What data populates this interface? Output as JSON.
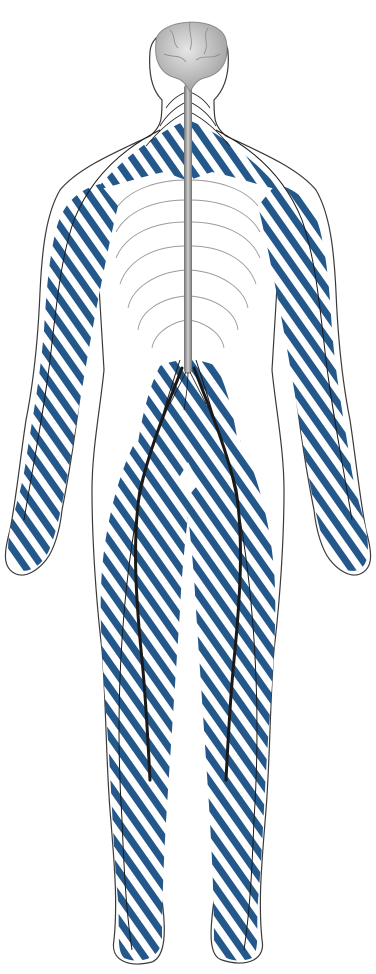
{
  "figure": {
    "subject": "human-nervous-system-front-view",
    "highlighted_regions": [
      "shoulders-and-upper-back",
      "left-arm",
      "right-arm",
      "pelvis",
      "left-leg",
      "right-leg"
    ],
    "colors": {
      "background": "#ffffff",
      "body_outline": "#3a3a3a",
      "hatch_fill": "#24588a",
      "nerve": "#1a1a1a",
      "spinal_cord": "#8c8c8c",
      "brain": "#bdbdbd",
      "ribs": "#9a9a9a"
    }
  }
}
